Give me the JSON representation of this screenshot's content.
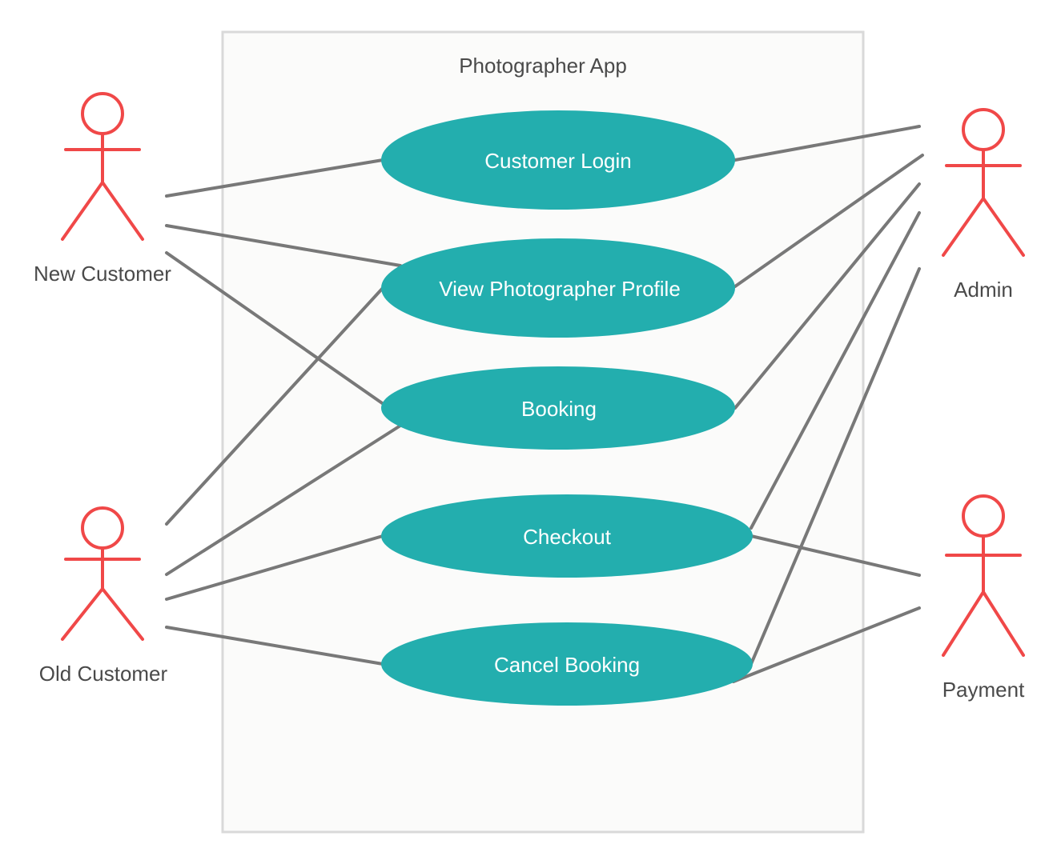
{
  "system": {
    "title": "Photographer App"
  },
  "actors": [
    {
      "id": "new_customer",
      "name": "New Customer"
    },
    {
      "id": "old_customer",
      "name": "Old Customer"
    },
    {
      "id": "admin",
      "name": "Admin"
    },
    {
      "id": "payment",
      "name": "Payment"
    }
  ],
  "use_cases": [
    {
      "id": "customer_login",
      "name": "Customer Login"
    },
    {
      "id": "view_profile",
      "name": "View Photographer Profile"
    },
    {
      "id": "booking",
      "name": "Booking"
    },
    {
      "id": "checkout",
      "name": "Checkout"
    },
    {
      "id": "cancel_booking",
      "name": "Cancel Booking"
    }
  ],
  "associations": [
    [
      "new_customer",
      "customer_login"
    ],
    [
      "new_customer",
      "view_profile"
    ],
    [
      "new_customer",
      "booking"
    ],
    [
      "old_customer",
      "view_profile"
    ],
    [
      "old_customer",
      "booking"
    ],
    [
      "old_customer",
      "checkout"
    ],
    [
      "old_customer",
      "cancel_booking"
    ],
    [
      "admin",
      "customer_login"
    ],
    [
      "admin",
      "view_profile"
    ],
    [
      "admin",
      "booking"
    ],
    [
      "admin",
      "checkout"
    ],
    [
      "admin",
      "cancel_booking"
    ],
    [
      "payment",
      "checkout"
    ],
    [
      "payment",
      "cancel_booking"
    ]
  ],
  "colors": {
    "actor": "#f04848",
    "use_case_fill": "#23aeae",
    "line": "#787878",
    "system_border": "#d9d9d9",
    "system_fill": "#fbfbfa"
  }
}
